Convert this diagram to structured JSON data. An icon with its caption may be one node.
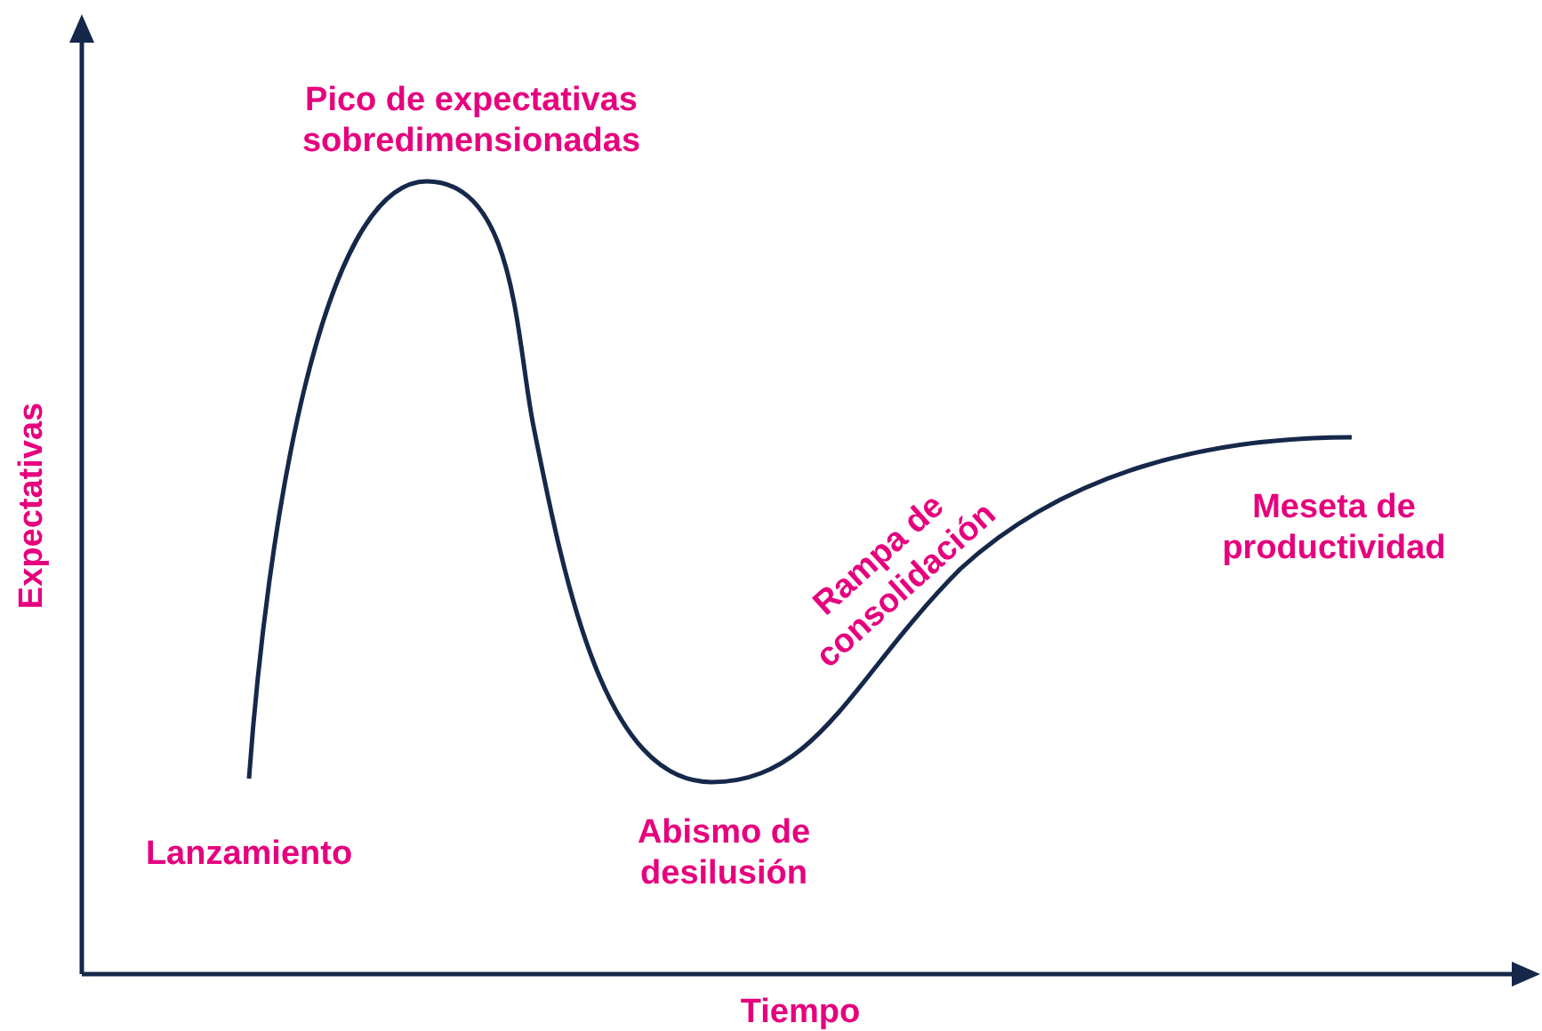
{
  "diagram": {
    "labels": [
      "Pico de expectativas sobredimensionadas",
      "Expectativas",
      "Rampa de consolidación",
      "Meseta de productividad",
      "Lanzamiento",
      "Abismo de desilusión",
      "Tiempo"
    ]
  }
}
